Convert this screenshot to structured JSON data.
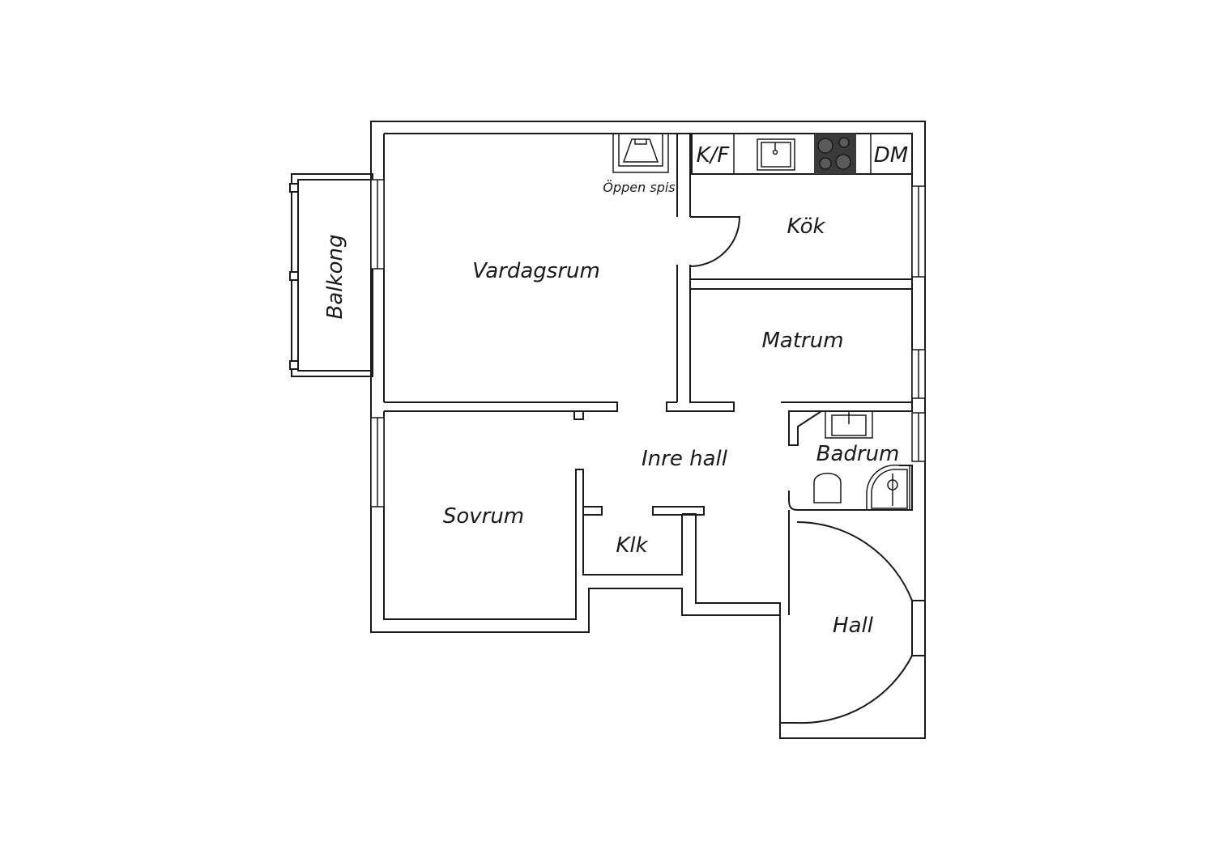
{
  "rooms": {
    "vardagsrum": "Vardagsrum",
    "kok": "Kök",
    "matrum": "Matrum",
    "balkong": "Balkong",
    "sovrum": "Sovrum",
    "inre_hall": "Inre hall",
    "badrum": "Badrum",
    "klk": "Klk",
    "hall": "Hall"
  },
  "fixtures": {
    "kf": "K/F",
    "dm": "DM",
    "oppen_spis": "Öppen spis"
  }
}
